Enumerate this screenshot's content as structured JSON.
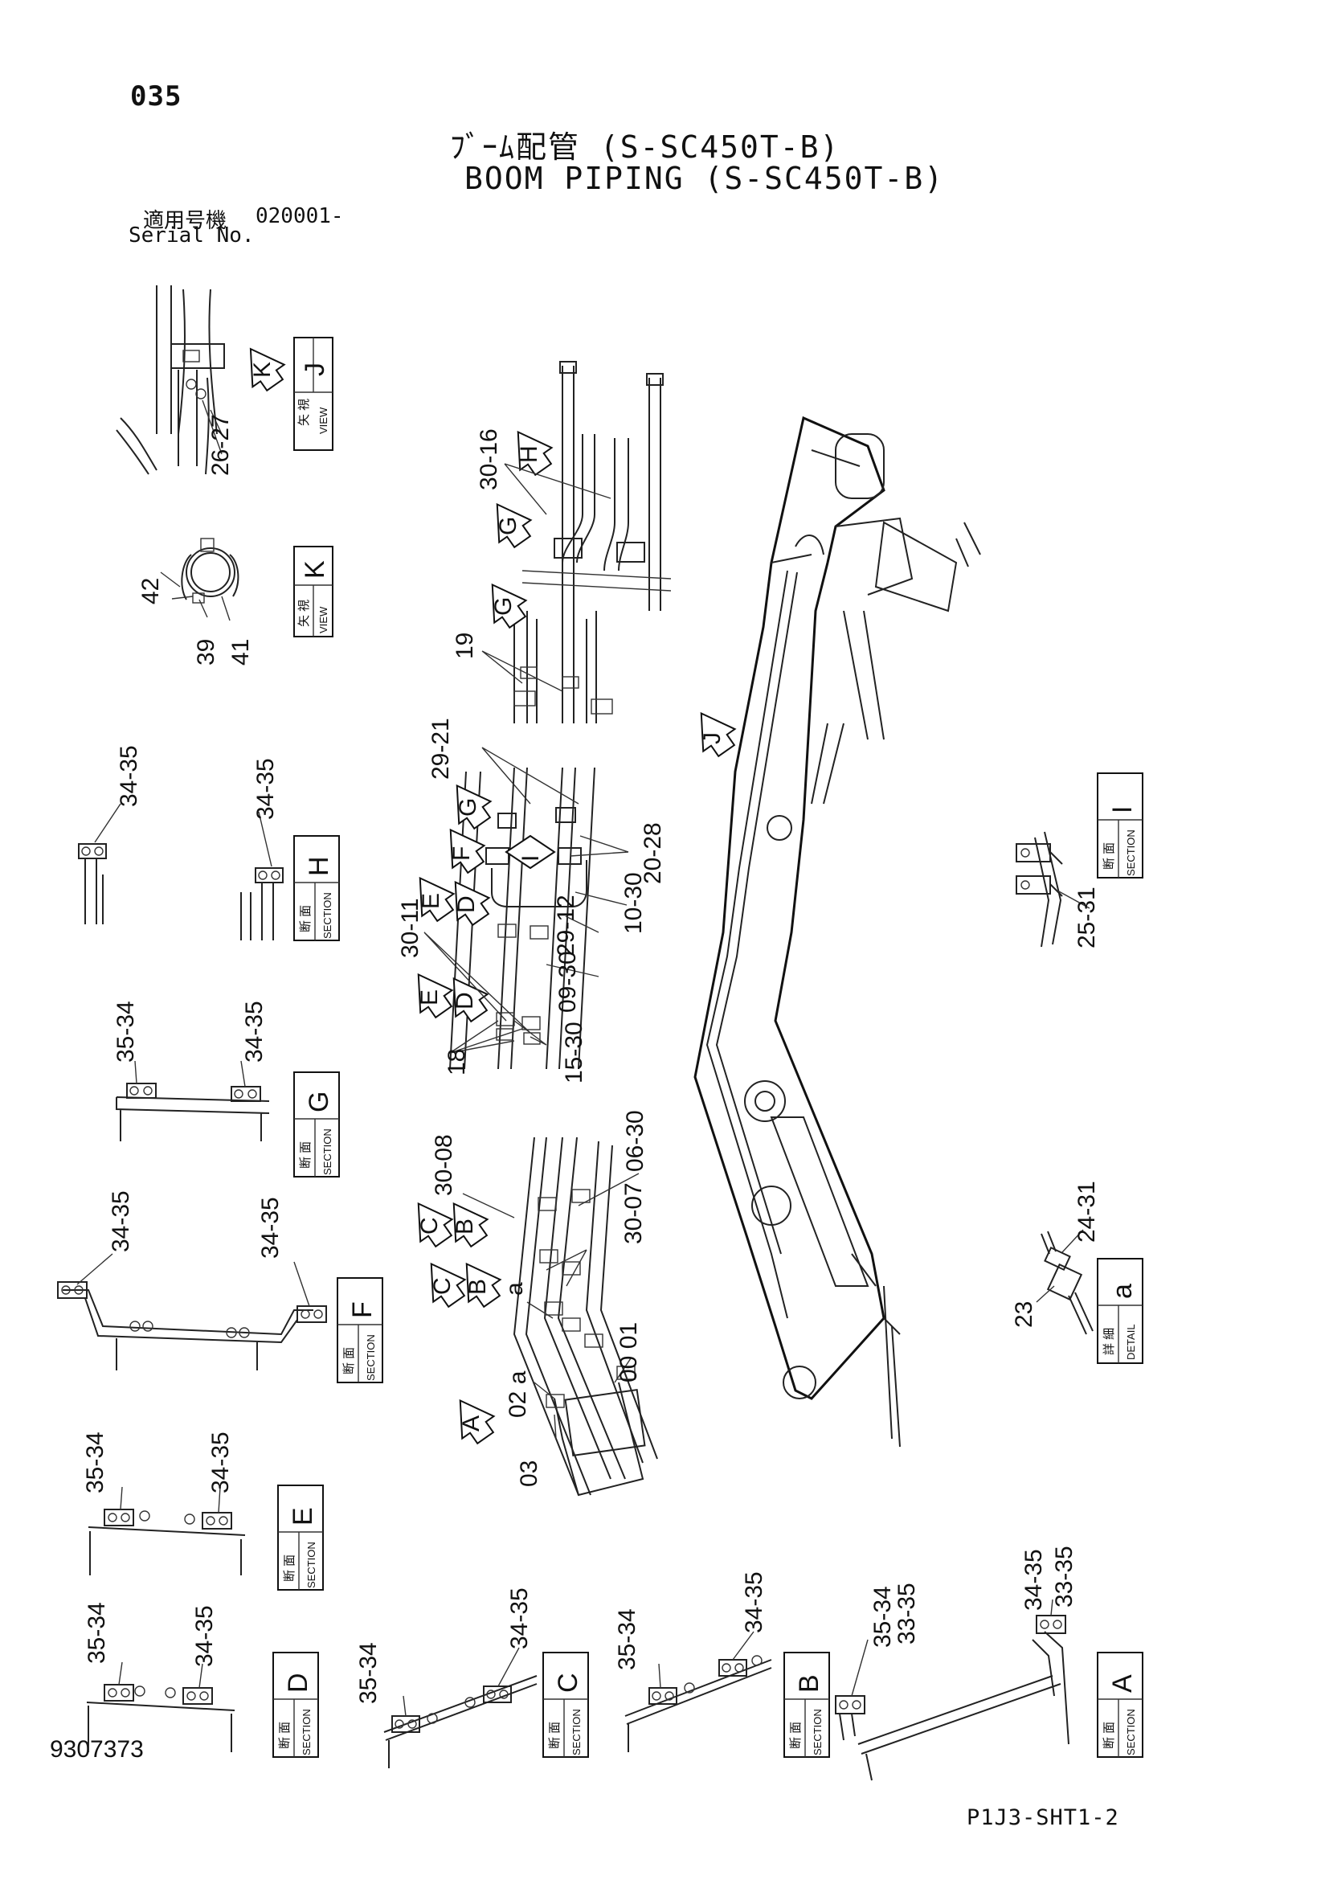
{
  "header": {
    "page_number": "035",
    "title_jp": "ﾌﾞｰﾑ配管 (S-SC450T-B)",
    "title_en": "BOOM PIPING (S-SC450T-B)",
    "serial_label_jp": "適用号機",
    "serial_value": "020001-",
    "serial_label_en": "Serial No."
  },
  "footer": {
    "doc_number": "9307373",
    "sheet_code": "P1J3-SHT1-2"
  },
  "label_boxes": [
    {
      "id": "view-j",
      "jp": "矢 視",
      "en": "VIEW",
      "letter": "J"
    },
    {
      "id": "view-k",
      "jp": "矢 視",
      "en": "VIEW",
      "letter": "K"
    },
    {
      "id": "section-h",
      "jp": "断 面",
      "en": "SECTION",
      "letter": "H"
    },
    {
      "id": "section-g",
      "jp": "断 面",
      "en": "SECTION",
      "letter": "G"
    },
    {
      "id": "section-f",
      "jp": "断 面",
      "en": "SECTION",
      "letter": "F"
    },
    {
      "id": "section-e",
      "jp": "断 面",
      "en": "SECTION",
      "letter": "E"
    },
    {
      "id": "section-d",
      "jp": "断 面",
      "en": "SECTION",
      "letter": "D"
    },
    {
      "id": "section-c",
      "jp": "断 面",
      "en": "SECTION",
      "letter": "C"
    },
    {
      "id": "section-b",
      "jp": "断 面",
      "en": "SECTION",
      "letter": "B"
    },
    {
      "id": "section-a",
      "jp": "断 面",
      "en": "SECTION",
      "letter": "A"
    },
    {
      "id": "section-i",
      "jp": "断 面",
      "en": "SECTION",
      "letter": "I"
    },
    {
      "id": "detail-a",
      "jp": "詳 細",
      "en": "DETAIL",
      "letter": "a"
    }
  ],
  "view_arrows": [
    "K",
    "H",
    "G",
    "G",
    "J",
    "G",
    "F",
    "E",
    "D",
    "E",
    "D",
    "C",
    "B",
    "C",
    "B",
    "A"
  ],
  "section_marker": "I",
  "callouts": [
    "26-27",
    "42",
    "39",
    "41",
    "34-35",
    "34-35",
    "35-34",
    "34-35",
    "34-35",
    "34-35",
    "35-34",
    "34-35",
    "35-34",
    "34-35",
    "35-34",
    "34-35",
    "35-34",
    "34-35",
    "35-34",
    "34-35",
    "33-35",
    "33-35",
    "30-16",
    "19",
    "29-21",
    "20-28",
    "10-30",
    "29-12",
    "30-11",
    "09-30",
    "18",
    "15-30",
    "30-08",
    "06-30",
    "30-07",
    "a",
    "00 01",
    "02 a",
    "03",
    "25-31",
    "24-31",
    "23"
  ]
}
